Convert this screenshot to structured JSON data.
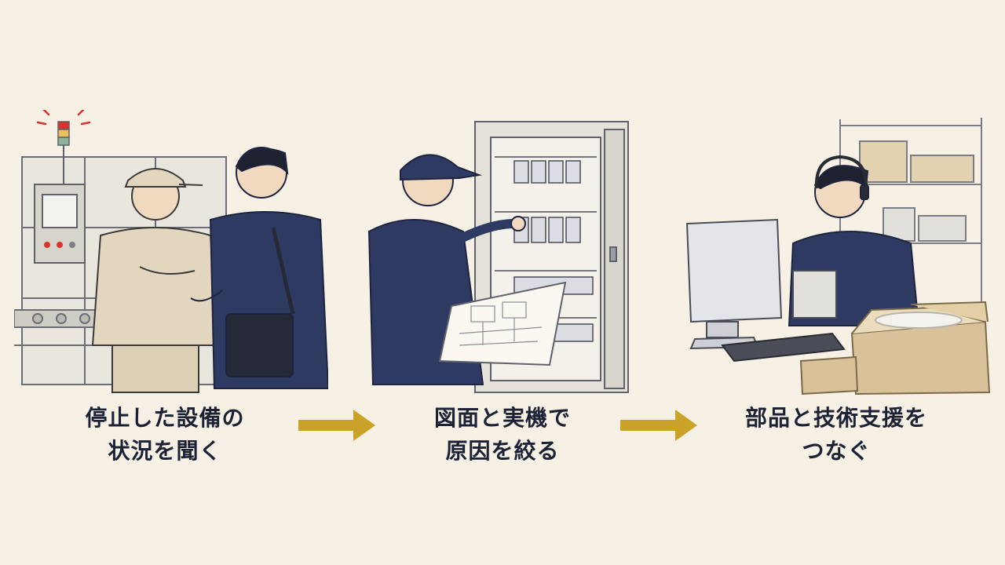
{
  "steps": [
    {
      "line1": "停止した設備の",
      "line2": "状況を聞く"
    },
    {
      "line1": "図面と実機で",
      "line2": "原因を絞る"
    },
    {
      "line1": "部品と技術支援を",
      "line2": "つなぐ"
    }
  ],
  "colors": {
    "background": "#f6f1e4",
    "arrow": "#c9a227",
    "navy": "#2f3a63",
    "khaki": "#e3d6bf",
    "cardboard": "#d9c29a",
    "alarm": "#d8322f"
  }
}
